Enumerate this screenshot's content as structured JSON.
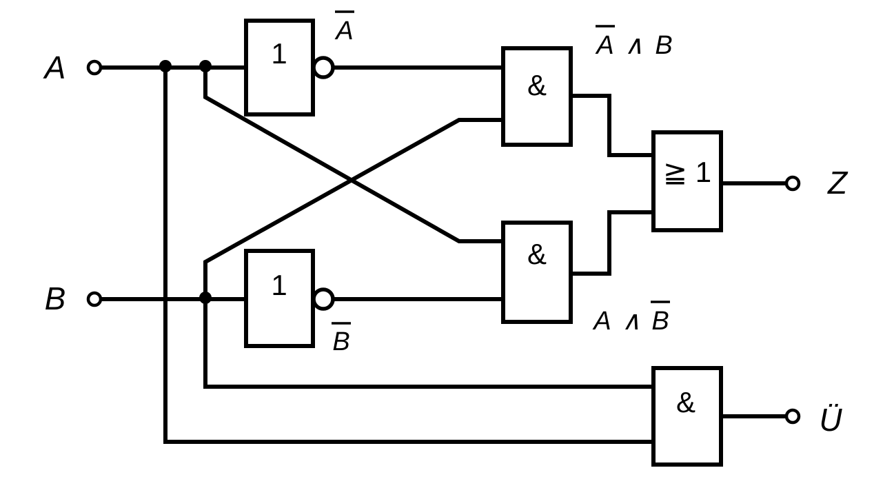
{
  "inputs": {
    "a": "A",
    "b": "B"
  },
  "outputs": {
    "z": "Z",
    "u": "Ü"
  },
  "gates": {
    "not_a": "1",
    "not_b": "1",
    "and_top": "&",
    "and_mid": "&",
    "or": "≧ 1",
    "and_bottom": "&"
  },
  "labels": {
    "not_a_out": "A",
    "not_b_out": "B",
    "and_top_expr_a": "A",
    "and_top_expr_op": "∧",
    "and_top_expr_b": "B",
    "and_mid_expr_a": "A",
    "and_mid_expr_op": "∧",
    "and_mid_expr_b": "B"
  }
}
